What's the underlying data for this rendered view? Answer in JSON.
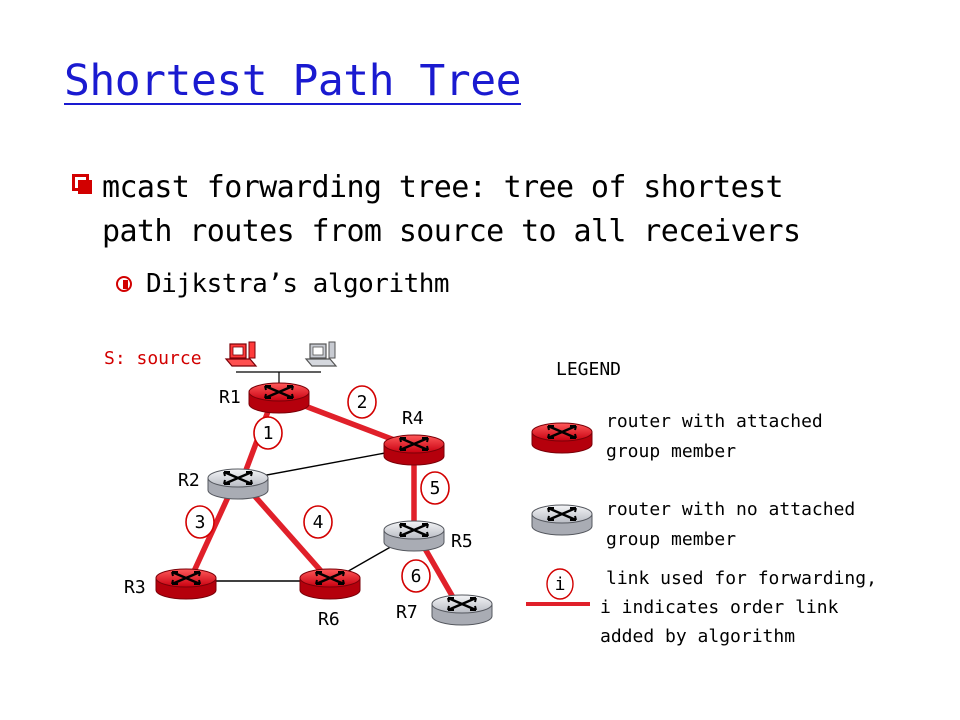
{
  "title": "Shortest Path Tree",
  "bullet": {
    "line1": "mcast forwarding tree: tree of shortest",
    "line2": "path routes from source to all receivers"
  },
  "sub_bullet": "Dijkstra’s algorithm",
  "diagram": {
    "source_label": "S: source",
    "routers": {
      "R1": {
        "label": "R1",
        "member": true
      },
      "R2": {
        "label": "R2",
        "member": false
      },
      "R3": {
        "label": "R3",
        "member": true
      },
      "R4": {
        "label": "R4",
        "member": true
      },
      "R5": {
        "label": "R5",
        "member": false
      },
      "R6": {
        "label": "R6",
        "member": true
      },
      "R7": {
        "label": "R7",
        "member": false
      }
    },
    "forwarding_links": [
      {
        "from": "R1",
        "to": "R2",
        "order": "1"
      },
      {
        "from": "R1",
        "to": "R4",
        "order": "2"
      },
      {
        "from": "R2",
        "to": "R3",
        "order": "3"
      },
      {
        "from": "R2",
        "to": "R6",
        "order": "4"
      },
      {
        "from": "R4",
        "to": "R5",
        "order": "5"
      },
      {
        "from": "R5",
        "to": "R7",
        "order": "6"
      }
    ],
    "other_links": [
      {
        "from": "R2",
        "to": "R4"
      },
      {
        "from": "R3",
        "to": "R6"
      },
      {
        "from": "R6",
        "to": "R5"
      }
    ]
  },
  "legend": {
    "title": "LEGEND",
    "member_router": {
      "line1": "router with attached",
      "line2": "group member"
    },
    "nonmember_router": {
      "line1": "router with no attached",
      "line2": "group member"
    },
    "link": {
      "marker": "i",
      "line1": "link used for forwarding,",
      "line2": "i indicates order link",
      "line3": "added by algorithm"
    }
  },
  "colors": {
    "title": "#1a1ad0",
    "accent": "#d20000",
    "router_member": "#e8101a",
    "router_nonmember": "#d9dbe0",
    "forwarding_link": "#e0202a"
  }
}
